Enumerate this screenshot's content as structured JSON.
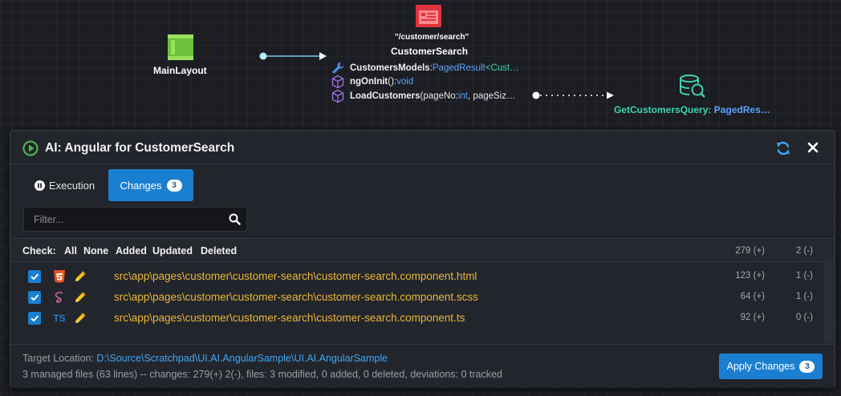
{
  "diagram": {
    "main_layout": {
      "label": "MainLayout"
    },
    "customer_search": {
      "route": "\"/customer/search\"",
      "label": "CustomerSearch",
      "members": [
        {
          "name": "CustomersModels",
          "sep": ": ",
          "type": "PagedResult",
          "generic": "<Cust…"
        },
        {
          "name": "ngOnInit",
          "sep": "(): ",
          "type": "void",
          "generic": ""
        },
        {
          "name": "LoadCustomers",
          "paren": "(pageNo: ",
          "type": "int",
          "rest": ", pageSiz…"
        }
      ]
    },
    "query": {
      "name": "GetCustomersQuery",
      "sep": ": ",
      "type": "PagedRes…"
    }
  },
  "panel": {
    "title": "AI: Angular for CustomerSearch",
    "tabs": [
      {
        "label": "Execution"
      },
      {
        "label": "Changes",
        "badge": "3"
      }
    ],
    "filter_placeholder": "Filter...",
    "check": {
      "label": "Check:",
      "options": [
        "All",
        "None",
        "Added",
        "Updated",
        "Deleted"
      ],
      "total_added": "279 (+)",
      "total_removed": "2 (-)"
    },
    "files": [
      {
        "type": "html",
        "path": "src\\app\\pages\\customer\\customer-search\\customer-search.component.html",
        "added": "123 (+)",
        "removed": "1 (-)"
      },
      {
        "type": "scss",
        "path": "src\\app\\pages\\customer\\customer-search\\customer-search.component.scss",
        "added": "64 (+)",
        "removed": "1 (-)"
      },
      {
        "type": "ts",
        "type_label": "TS",
        "path": "src\\app\\pages\\customer\\customer-search\\customer-search.component.ts",
        "added": "92 (+)",
        "removed": "0 (-)"
      }
    ],
    "footer": {
      "target_label": "Target Location: ",
      "target_value": "D:\\Source\\Scratchpad\\UI.AI.AngularSample\\UI.AI.AngularSample",
      "summary": "3 managed files (63 lines) -- changes: 279(+) 2(-), files: 3 modified, 0 added, 0 deleted, deviations: 0 tracked",
      "apply_label": "Apply Changes",
      "apply_badge": "3"
    }
  },
  "colors": {
    "accent": "#1a7fd1",
    "file_path": "#e8b63c",
    "type": "#5aa2ff",
    "generic": "#3fd3b0",
    "link": "#3fa7f5"
  }
}
